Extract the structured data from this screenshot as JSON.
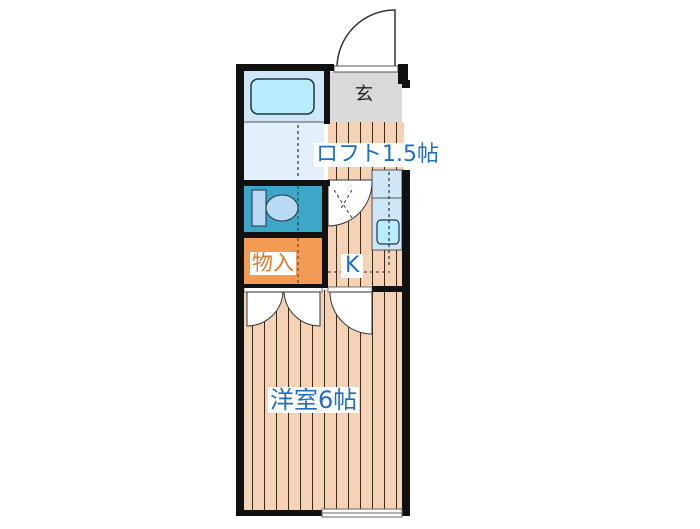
{
  "floorplan": {
    "rooms": {
      "entrance": {
        "label": "玄"
      },
      "loft": {
        "label": "ロフト1.5帖"
      },
      "storage": {
        "label": "物入"
      },
      "kitchen": {
        "label": "K"
      },
      "western_room": {
        "label": "洋室6帖"
      }
    },
    "colors": {
      "wall": "#111111",
      "wood_floor": "#f5d2b5",
      "wood_line": "#3a2a1a",
      "bath": "#cfe6f7",
      "bathtub": "#b8ecff",
      "toilet_room": "#3ea6c6",
      "entrance_floor": "#d9d9d9",
      "storage_fill": "#f39a55",
      "text_blue": "#1f6fc0",
      "text_orange": "#e07a2a"
    }
  }
}
